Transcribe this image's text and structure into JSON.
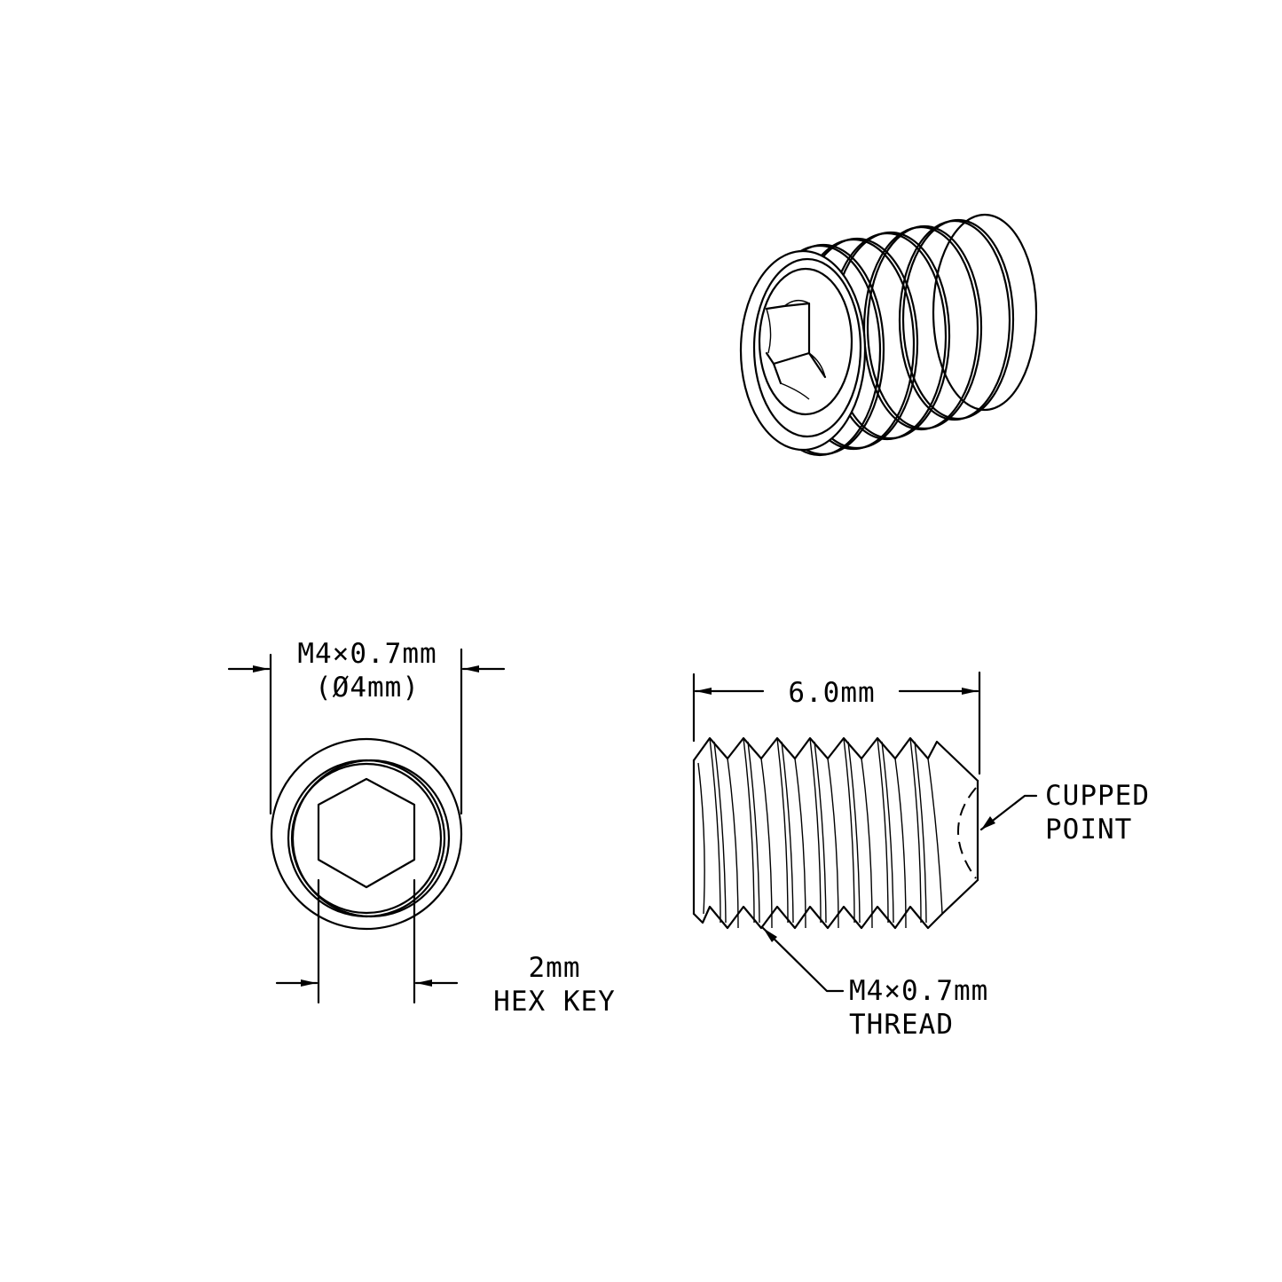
{
  "drawing": {
    "subject": "Cupped point hex socket set screw",
    "views": [
      "isometric",
      "end-view",
      "side-view"
    ]
  },
  "end_view": {
    "diameter_label_line1": "M4×0.7mm",
    "diameter_label_line2": "(Ø4mm)",
    "hex_key_label_line1": "2mm",
    "hex_key_label_line2": "HEX KEY"
  },
  "side_view": {
    "length_label": "6.0mm",
    "point_callout_line1": "CUPPED",
    "point_callout_line2": "POINT",
    "thread_callout_line1": "M4×0.7mm",
    "thread_callout_line2": "THREAD",
    "thread_crest_count": 7
  },
  "colors": {
    "line": "#000000",
    "background": "#ffffff"
  }
}
